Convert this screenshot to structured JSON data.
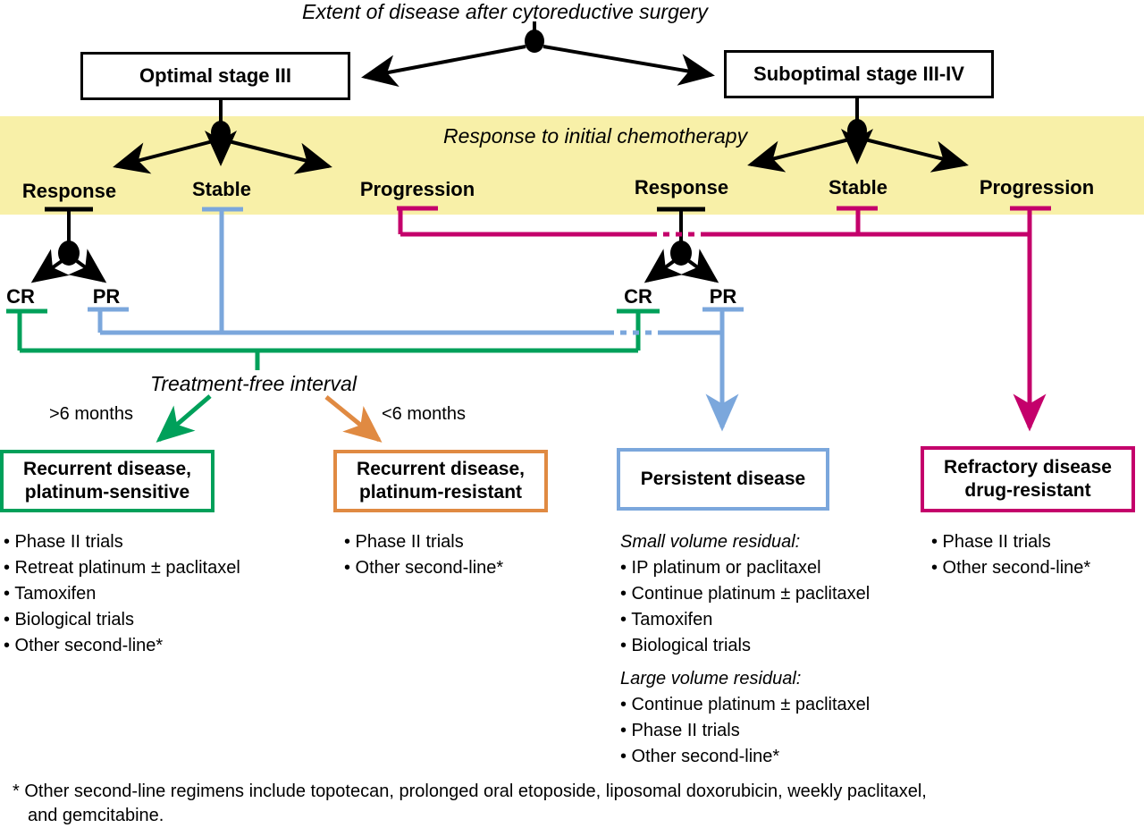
{
  "colors": {
    "band_yellow": "#f8f0a8",
    "black": "#000000",
    "green": "#00a05a",
    "blue": "#7ba7dc",
    "magenta": "#c4006b",
    "orange": "#e08a42"
  },
  "headers": {
    "top_title": "Extent of disease after cytoreductive surgery",
    "band_title": "Response to initial chemotherapy",
    "tfi_title": "Treatment-free interval"
  },
  "stages": {
    "optimal": "Optimal stage III",
    "suboptimal": "Suboptimal stage III-IV"
  },
  "band_labels": {
    "left_response": "Response",
    "left_stable": "Stable",
    "left_progression": "Progression",
    "right_response": "Response",
    "right_stable": "Stable",
    "right_progression": "Progression"
  },
  "response_split": {
    "left_cr": "CR",
    "left_pr": "PR",
    "right_cr": "CR",
    "right_pr": "PR"
  },
  "interval_labels": {
    "long": ">6 months",
    "short": "<6 months"
  },
  "outcomes": [
    {
      "id": "recurrent-platinum-sensitive",
      "title_line1": "Recurrent disease,",
      "title_line2": "platinum-sensitive",
      "border_color": "#00a05a",
      "items": [
        "• Phase II trials",
        "• Retreat platinum ± paclitaxel",
        "• Tamoxifen",
        "• Biological trials",
        "• Other second-line*"
      ]
    },
    {
      "id": "recurrent-platinum-resistant",
      "title_line1": "Recurrent disease,",
      "title_line2": "platinum-resistant",
      "border_color": "#e08a42",
      "items": [
        "• Phase II trials",
        "• Other second-line*"
      ]
    },
    {
      "id": "persistent-disease",
      "title_line1": "Persistent disease",
      "title_line2": "",
      "border_color": "#7ba7dc",
      "group1_head": "Small volume residual:",
      "group1_items": [
        "• IP platinum or paclitaxel",
        "• Continue platinum ± paclitaxel",
        "• Tamoxifen",
        "• Biological trials"
      ],
      "group2_head": "Large volume residual:",
      "group2_items": [
        "• Continue platinum ± paclitaxel",
        "• Phase II trials",
        "• Other second-line*"
      ]
    },
    {
      "id": "refractory-disease",
      "title_line1": "Refractory disease",
      "title_line2": "drug-resistant",
      "border_color": "#c4006b",
      "items": [
        "• Phase II trials",
        "• Other second-line*"
      ]
    }
  ],
  "footnote": {
    "line1": "* Other second-line regimens include topotecan, prolonged oral etoposide, liposomal doxorubicin, weekly paclitaxel,",
    "line2": "and gemcitabine."
  }
}
